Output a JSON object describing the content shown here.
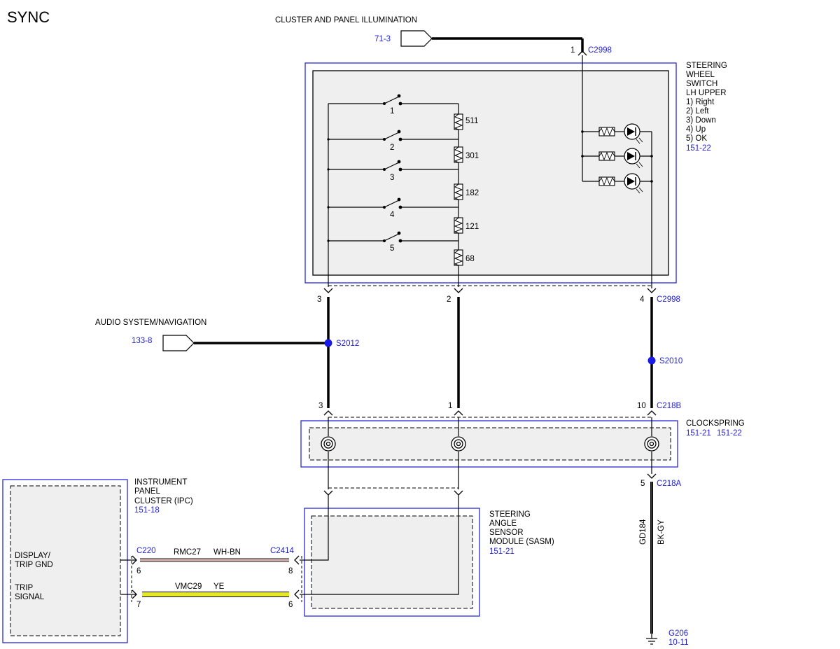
{
  "page": {
    "title": "SYNC"
  },
  "illumination": {
    "label": "CLUSTER AND PANEL ILLUMINATION",
    "ref": "71-3"
  },
  "audio": {
    "label": "AUDIO SYSTEM/NAVIGATION",
    "ref": "133-8"
  },
  "connectors": {
    "c2998_top": {
      "name": "C2998",
      "pin": "1"
    },
    "c2998_bottom": {
      "name": "C2998",
      "pins": [
        "3",
        "2",
        "4"
      ]
    },
    "c218b": {
      "name": "C218B",
      "pins": [
        "3",
        "1",
        "10"
      ]
    },
    "c218a": {
      "name": "C218A",
      "pin": "5"
    },
    "c220": {
      "name": "C220",
      "pins": [
        "6",
        "7"
      ]
    },
    "c2414": {
      "name": "C2414",
      "pins": [
        "8",
        "6"
      ]
    }
  },
  "splices": {
    "s2012": "S2012",
    "s2010": "S2010"
  },
  "steering_wheel_switch": {
    "lines": [
      "STEERING",
      "WHEEL",
      "SWITCH",
      "LH UPPER",
      "1) Right",
      "2) Left",
      "3) Down",
      "4) Up",
      "5) OK"
    ],
    "ref": "151-22",
    "switches": [
      "1",
      "2",
      "3",
      "4",
      "5"
    ],
    "resistors": [
      "511",
      "301",
      "182",
      "121",
      "68"
    ]
  },
  "clockspring": {
    "label": "CLOCKSPRING",
    "ref1": "151-21",
    "ref2": "151-22"
  },
  "ipc": {
    "lines": [
      "INSTRUMENT",
      "PANEL",
      "CLUSTER (IPC)"
    ],
    "ref": "151-18",
    "pin_labels": [
      [
        "DISPLAY/",
        "TRIP GND"
      ],
      [
        "TRIP",
        "SIGNAL"
      ]
    ]
  },
  "sasm": {
    "lines": [
      "STEERING",
      "ANGLE",
      "SENSOR",
      "MODULE (SASM)"
    ],
    "ref": "151-21"
  },
  "wires": {
    "rmc27": {
      "circuit": "RMC27",
      "color": "WH-BN"
    },
    "vmc29": {
      "circuit": "VMC29",
      "color": "YE"
    },
    "gd184": {
      "circuit": "GD184",
      "color": "BK-GY"
    }
  },
  "ground": {
    "name": "G206",
    "ref": "10-11"
  },
  "colors": {
    "outline_blue": "#2a2ad8",
    "ref_text": "#1f1fd6",
    "module_fill": "#efefef",
    "trip_signal_wire": "#e6e62a",
    "display_gnd_wire_stripe": "#c0504d",
    "splice_dot": "#1a1ae6"
  }
}
